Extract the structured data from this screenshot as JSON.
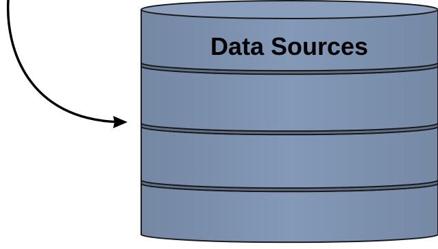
{
  "diagram": {
    "database": {
      "title": "Data Sources",
      "fill_color": "#8196B4",
      "outline_color": "#1A1A1A",
      "layer_count": 4
    },
    "arrow": {
      "color": "#000000",
      "direction": "into-database"
    }
  }
}
